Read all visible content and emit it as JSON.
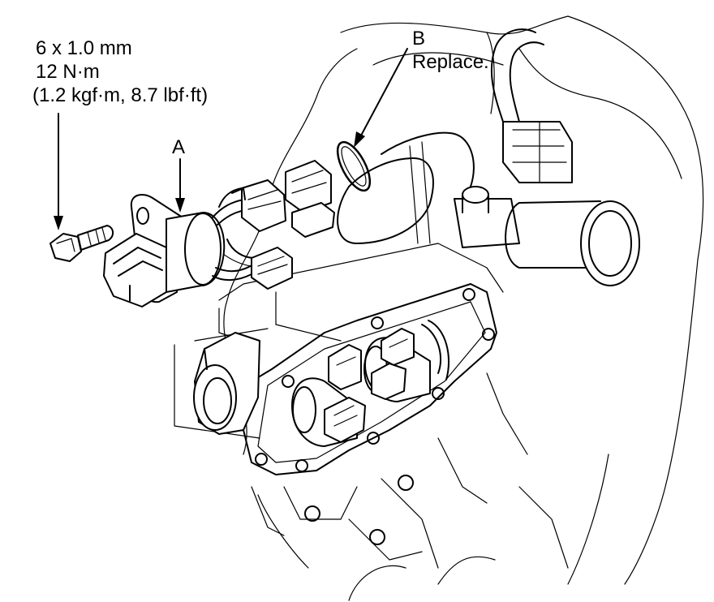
{
  "bolt_callout": {
    "size": "6 x 1.0 mm",
    "torque_nm": "12 N·m",
    "torque_alt": "(1.2 kgf·m, 8.7 lbf·ft)"
  },
  "callout_a": {
    "letter": "A"
  },
  "callout_b": {
    "letter": "B",
    "note": "Replace."
  },
  "colors": {
    "line": "#000000",
    "background": "#ffffff"
  }
}
